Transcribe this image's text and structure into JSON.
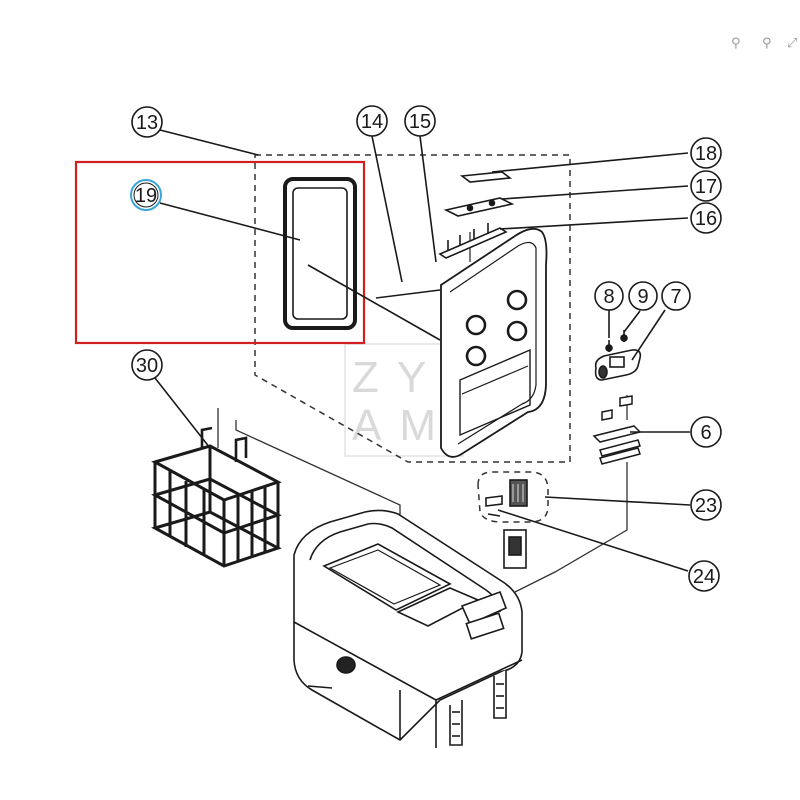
{
  "diagram": {
    "callouts": [
      {
        "id": "13",
        "label": "13"
      },
      {
        "id": "14",
        "label": "14"
      },
      {
        "id": "15",
        "label": "15"
      },
      {
        "id": "16",
        "label": "16"
      },
      {
        "id": "17",
        "label": "17"
      },
      {
        "id": "18",
        "label": "18"
      },
      {
        "id": "19",
        "label": "19"
      },
      {
        "id": "8",
        "label": "8"
      },
      {
        "id": "9",
        "label": "9"
      },
      {
        "id": "7",
        "label": "7"
      },
      {
        "id": "6",
        "label": "6"
      },
      {
        "id": "30",
        "label": "30"
      },
      {
        "id": "23",
        "label": "23"
      },
      {
        "id": "24",
        "label": "24"
      }
    ],
    "highlight": {
      "callout": "19",
      "color": "#d21f1f",
      "ring_color": "#3aa5d8"
    },
    "watermark": {
      "line1": "ZY",
      "line2": "AM"
    }
  },
  "toolbar": {
    "icons": [
      "zoom-out-icon",
      "zoom-in-icon",
      "fullscreen-icon"
    ],
    "glyphs": [
      "⚲",
      "⚲",
      "⤢"
    ]
  }
}
